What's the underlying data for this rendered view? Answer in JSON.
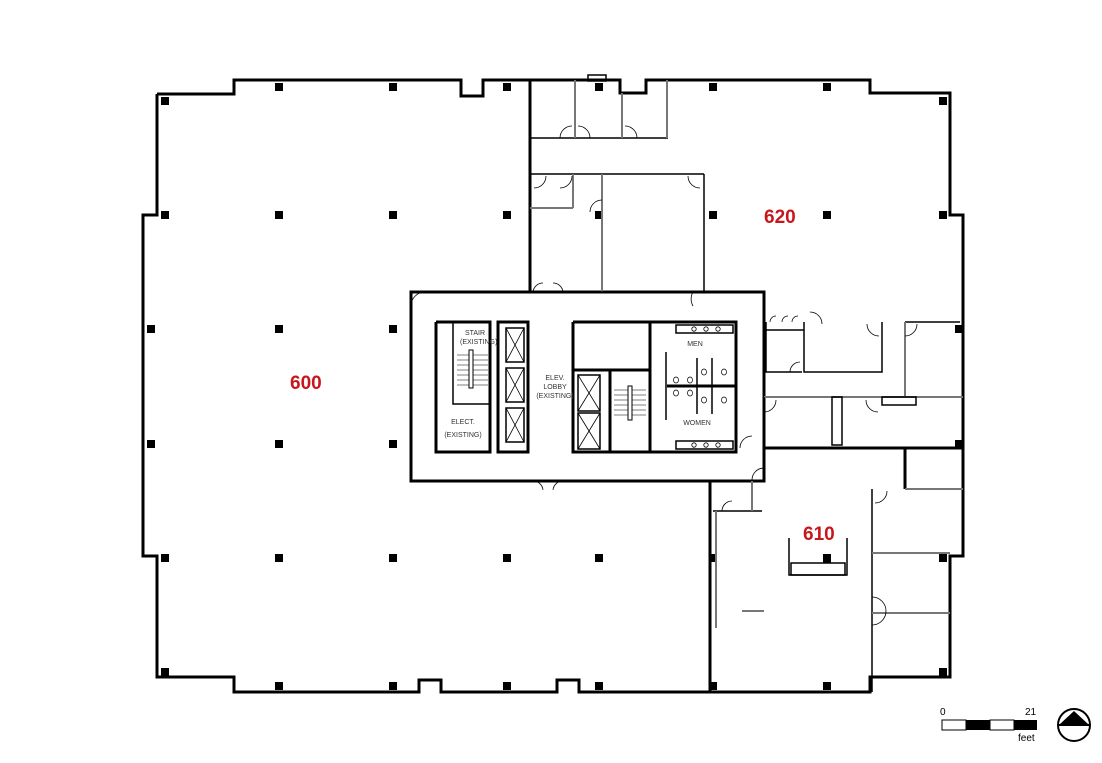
{
  "floor_plan": {
    "suites": [
      {
        "id": "600",
        "label": "600"
      },
      {
        "id": "610",
        "label": "610"
      },
      {
        "id": "620",
        "label": "620"
      }
    ],
    "rooms": {
      "stair": "STAIR",
      "stair_existing": "(EXISTING)",
      "elect": "ELECT.",
      "elect_existing": "(EXISTING)",
      "elev_lobby_1": "ELEV.",
      "elev_lobby_2": "LOBBY",
      "elev_lobby_3": "(EXISTING)",
      "men": "MEN",
      "women": "WOMEN"
    },
    "scale_bar": {
      "start": "0",
      "end": "21",
      "unit": "feet"
    },
    "north_arrow": "north-arrow-icon",
    "colors": {
      "suite_label": "#c8161d",
      "walls": "#000000",
      "partitions": "#777777"
    }
  }
}
